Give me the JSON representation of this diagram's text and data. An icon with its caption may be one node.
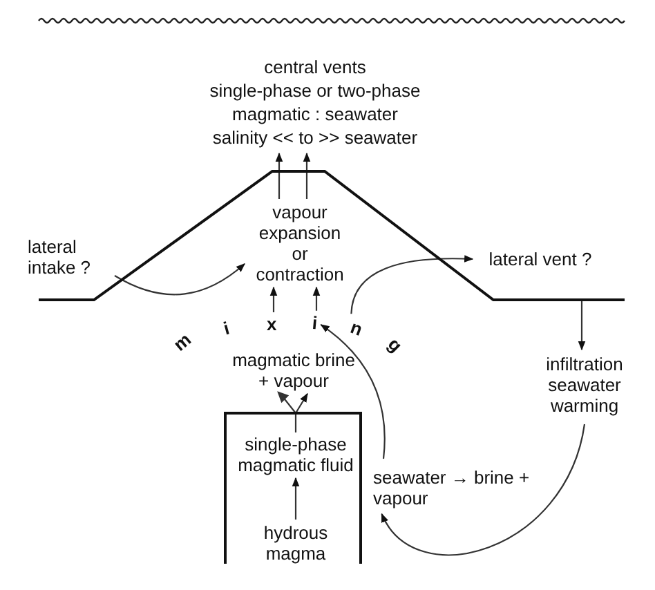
{
  "diagram": {
    "nodes": [
      {
        "text": [
          "central vents",
          "single-phase or two-phase",
          "magmatic : seawater",
          "salinity << to >> seawater"
        ]
      },
      {
        "text": [
          "vapour expansion or contraction"
        ]
      },
      {
        "text": [
          "lateral intake ?"
        ]
      },
      {
        "text": [
          "lateral vent ?"
        ]
      },
      {
        "text": [
          "magmatic brine + vapour"
        ]
      },
      {
        "text": [],
        "shape": "box"
      },
      {
        "text": [
          "single-phase magmatic fluid"
        ],
        "in": 5
      },
      {
        "text": [
          "hydrous magma"
        ],
        "in": 5
      },
      {
        "text": [
          "infiltration seawater warming"
        ]
      },
      {
        "text": [
          "seawater → brine + vapour"
        ]
      },
      {
        "text": [
          "m"
        ]
      },
      {
        "text": [
          "i"
        ]
      },
      {
        "text": [
          "x"
        ]
      },
      {
        "text": [
          "i"
        ]
      },
      {
        "text": [
          "n"
        ]
      },
      {
        "text": [
          "g"
        ]
      }
    ],
    "edges": [
      {
        "from": 1,
        "to": 0,
        "arrow": "to"
      },
      {
        "from": 1,
        "to": 0,
        "arrow": "to"
      },
      {
        "from": 2,
        "to": 1,
        "arrow": "to"
      },
      {
        "from": 12,
        "to": 1,
        "arrow": "to"
      },
      {
        "from": 13,
        "to": 1,
        "arrow": "to"
      },
      {
        "from": 9,
        "to": 13,
        "arrow": "to"
      },
      {
        "from": 14,
        "to": 3,
        "arrow": "to"
      },
      {
        "from": null,
        "to": 8,
        "arrow": "to"
      },
      {
        "from": 8,
        "to": 9,
        "arrow": "to"
      },
      {
        "from": 6,
        "to": 4,
        "arrow": "to"
      },
      {
        "from": 7,
        "to": 6,
        "arrow": "to"
      }
    ]
  }
}
